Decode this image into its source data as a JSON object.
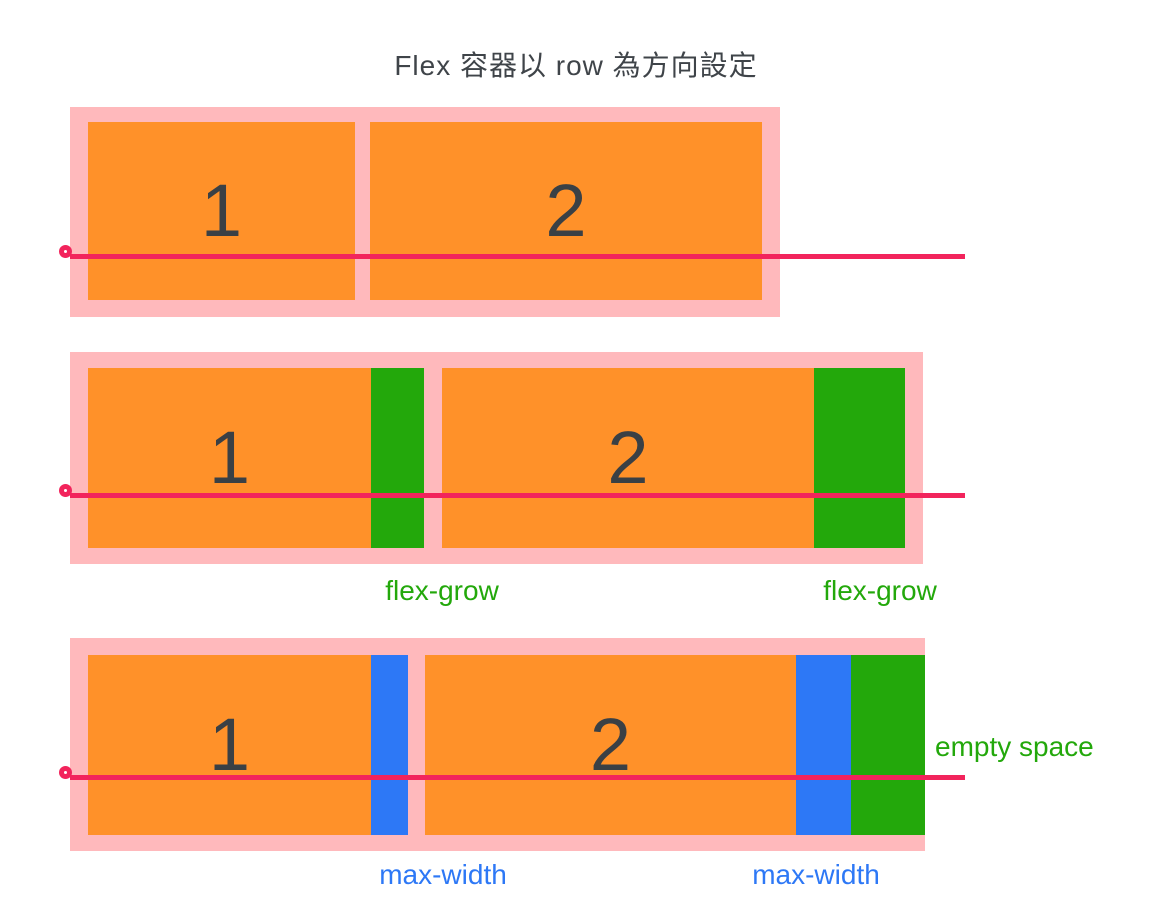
{
  "title": "Flex 容器以 row 為方向設定",
  "colors": {
    "container_pink": "#FFB9BC",
    "item_orange": "#FF9129",
    "grow_green": "#23A80B",
    "maxwidth_blue": "#2D78F6",
    "axis_red": "#F2245C",
    "text_dark": "#3F4449"
  },
  "figures": [
    {
      "name": "row-default",
      "items": [
        {
          "label": "1"
        },
        {
          "label": "2"
        }
      ]
    },
    {
      "name": "row-flex-grow",
      "items": [
        {
          "label": "1",
          "annotation": "flex-grow"
        },
        {
          "label": "2",
          "annotation": "flex-grow"
        }
      ]
    },
    {
      "name": "row-max-width",
      "items": [
        {
          "label": "1",
          "annotation": "max-width"
        },
        {
          "label": "2",
          "annotation": "max-width"
        }
      ],
      "empty_space_label": "empty space"
    }
  ]
}
